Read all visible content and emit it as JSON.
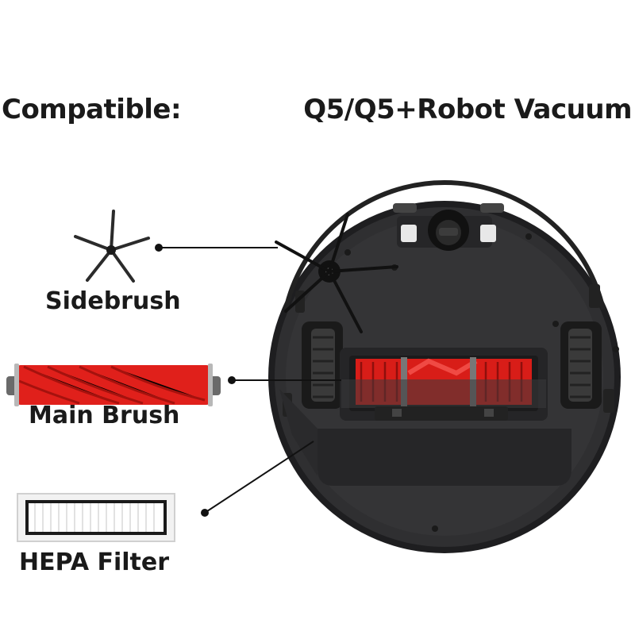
{
  "header": {
    "compatible_label": "Compatible:",
    "model_text": "Q5/Q5+Robot Vacuum"
  },
  "parts": [
    {
      "label": "Sidebrush",
      "icon": "sidebrush-icon"
    },
    {
      "label": "Main Brush",
      "icon": "main-brush-icon"
    },
    {
      "label": "HEPA Filter",
      "icon": "hepa-filter-icon"
    }
  ],
  "colors": {
    "brush_red": "#e0201b",
    "robot_body": "#2b2b2d",
    "text": "#1a1a1a"
  }
}
